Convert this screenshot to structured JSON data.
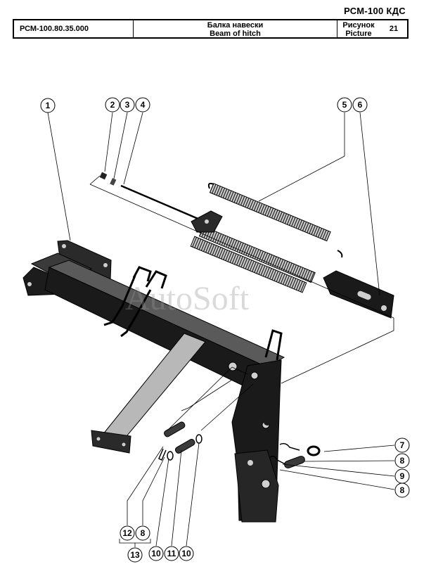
{
  "header": {
    "model": "РСМ-100 КДС",
    "code": "РСМ-100.80.35.000",
    "name_ru": "Балка навески",
    "name_en": "Beam of hitch",
    "picture_label_ru": "Рисунок",
    "picture_label_en": "Picture",
    "picture_number": "21"
  },
  "watermark": "AutoSoft",
  "callouts": {
    "c1": "1",
    "c2": "2",
    "c3": "3",
    "c4": "4",
    "c5": "5",
    "c6": "6",
    "c7": "7",
    "c8a": "8",
    "c9": "9",
    "c8b": "8",
    "c12": "12",
    "c8c": "8",
    "c13": "13",
    "c10a": "10",
    "c11": "11",
    "c10b": "10"
  }
}
